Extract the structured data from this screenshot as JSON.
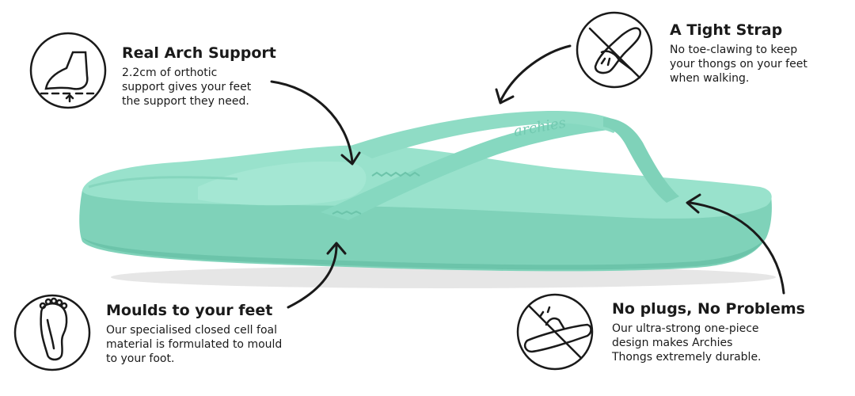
{
  "colors": {
    "sandal_top": "#8fdcc5",
    "sandal_side": "#7fd2b9",
    "sandal_shadow": "#5fb89e",
    "ink": "#1a1a1a"
  },
  "product": {
    "brand_embossed": "archies"
  },
  "features": {
    "arch": {
      "icon": "foot-arch-icon",
      "title": "Real Arch Support",
      "desc": [
        "2.2cm of orthotic",
        "support gives your feet",
        "the support they need."
      ]
    },
    "strap": {
      "icon": "no-toe-clawing-icon",
      "title": "A Tight Strap",
      "desc": [
        "No toe-clawing to keep",
        "your thongs on your feet",
        "when walking."
      ]
    },
    "mould": {
      "icon": "footprint-icon",
      "title": "Moulds to your feet",
      "desc": [
        "Our specialised closed cell foal",
        "material is formulated to mould",
        "to your foot."
      ]
    },
    "plugs": {
      "icon": "no-plug-icon",
      "title": "No plugs, No Problems",
      "desc": [
        "Our ultra-strong one-piece",
        "design makes Archies",
        "Thongs extremely durable."
      ]
    }
  }
}
